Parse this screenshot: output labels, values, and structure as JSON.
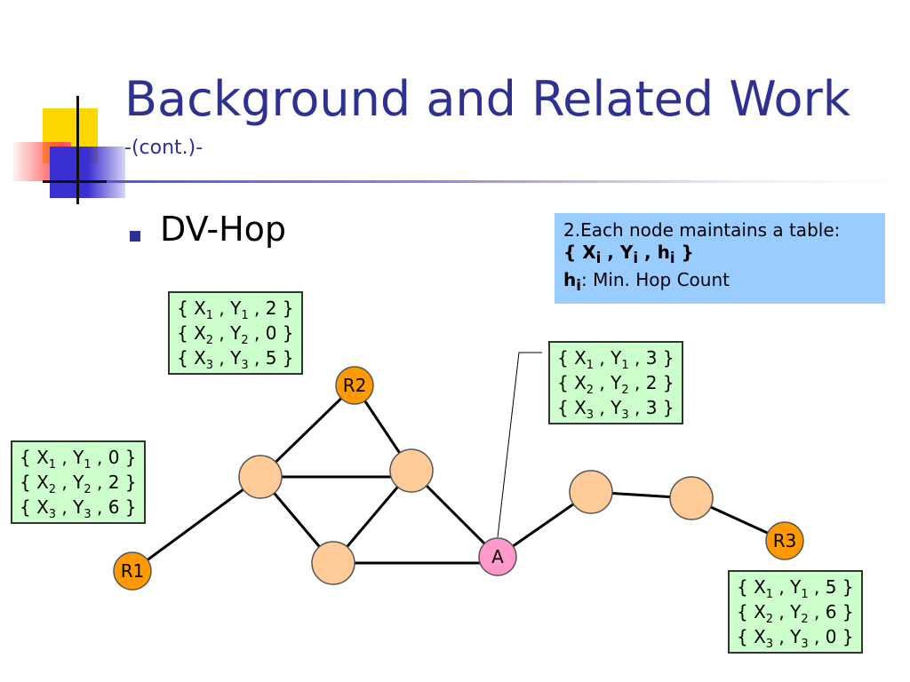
{
  "slide": {
    "title": "Background and Related Work",
    "subtitle": "-(cont.)-",
    "bullet": "DV-Hop"
  },
  "info": {
    "line1": "2.Each node maintains a table:",
    "line2_prefix": "{ X",
    "line2_mid1": " , Y",
    "line2_mid2": " , h",
    "line2_suffix": " }",
    "sub_i": "i",
    "line3_term": "h",
    "line3_rest": ": Min. Hop Count"
  },
  "tables": {
    "r2": [
      {
        "x": "X",
        "xs": "1",
        "y": "Y",
        "ys": "1",
        "h": "2"
      },
      {
        "x": "X",
        "xs": "2",
        "y": "Y",
        "ys": "2",
        "h": "0"
      },
      {
        "x": "X",
        "xs": "3",
        "y": "Y",
        "ys": "3",
        "h": "5"
      }
    ],
    "r1": [
      {
        "x": "X",
        "xs": "1",
        "y": "Y",
        "ys": "1",
        "h": "0"
      },
      {
        "x": "X",
        "xs": "2",
        "y": "Y",
        "ys": "2",
        "h": "2"
      },
      {
        "x": "X",
        "xs": "3",
        "y": "Y",
        "ys": "3",
        "h": "6"
      }
    ],
    "a": [
      {
        "x": "X",
        "xs": "1",
        "y": "Y",
        "ys": "1",
        "h": "3"
      },
      {
        "x": "X",
        "xs": "2",
        "y": "Y",
        "ys": "2",
        "h": "2"
      },
      {
        "x": "X",
        "xs": "3",
        "y": "Y",
        "ys": "3",
        "h": "3"
      }
    ],
    "r3": [
      {
        "x": "X",
        "xs": "1",
        "y": "Y",
        "ys": "1",
        "h": "5"
      },
      {
        "x": "X",
        "xs": "2",
        "y": "Y",
        "ys": "2",
        "h": "6"
      },
      {
        "x": "X",
        "xs": "3",
        "y": "Y",
        "ys": "3",
        "h": "0"
      }
    ]
  },
  "nodes": {
    "r1": "R1",
    "r2": "R2",
    "r3": "R3",
    "a": "A"
  },
  "colors": {
    "title": "#2e3192",
    "anchor_fill": "#ff9900",
    "node_fill": "#ffcc99",
    "target_fill": "#ff99cc",
    "table_fill": "#ccffcc",
    "info_fill": "#99ccff"
  }
}
